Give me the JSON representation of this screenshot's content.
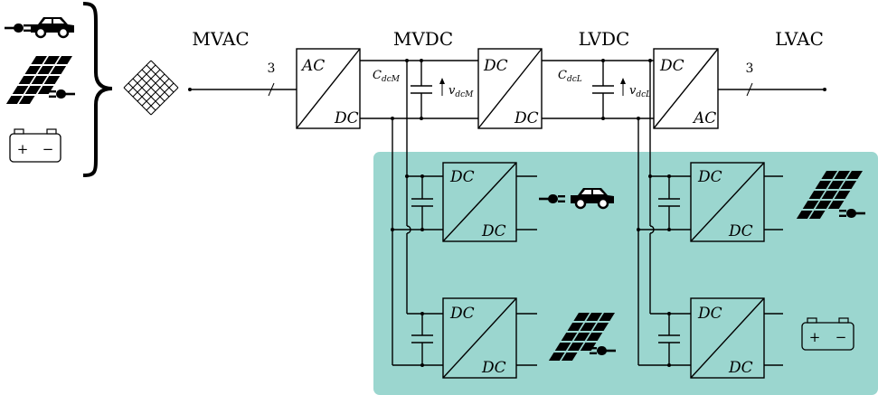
{
  "labels": {
    "mvac": "MVAC",
    "mvdc": "MVDC",
    "lvdc": "LVDC",
    "lvac": "LVAC",
    "phase_left": "3",
    "phase_right": "3"
  },
  "converters": {
    "ac_dc": {
      "top": "AC",
      "bottom": "DC"
    },
    "dc_dc_main": {
      "top": "DC",
      "bottom": "DC"
    },
    "dc_ac": {
      "top": "DC",
      "bottom": "AC"
    },
    "sub_ev": {
      "top": "DC",
      "bottom": "DC"
    },
    "sub_pv_left": {
      "top": "DC",
      "bottom": "DC"
    },
    "sub_pv_right": {
      "top": "DC",
      "bottom": "DC"
    },
    "sub_batt": {
      "top": "DC",
      "bottom": "DC"
    }
  },
  "capacitors": {
    "mv": {
      "name": "C",
      "sub": "dcM"
    },
    "lv": {
      "name": "C",
      "sub": "dcL"
    }
  },
  "voltages": {
    "mv": {
      "name": "v",
      "sub": "dcM"
    },
    "lv": {
      "name": "v",
      "sub": "dcL"
    }
  },
  "battery": {
    "plus": "+",
    "minus": "−"
  },
  "colors": {
    "panel": "#9bd6cf",
    "line": "#000000",
    "background": "#ffffff"
  },
  "icons": [
    "ev-charger-icon",
    "car-icon",
    "solar-panel-icon",
    "plug-icon",
    "battery-icon",
    "grid-mesh-icon",
    "right-brace-icon"
  ]
}
